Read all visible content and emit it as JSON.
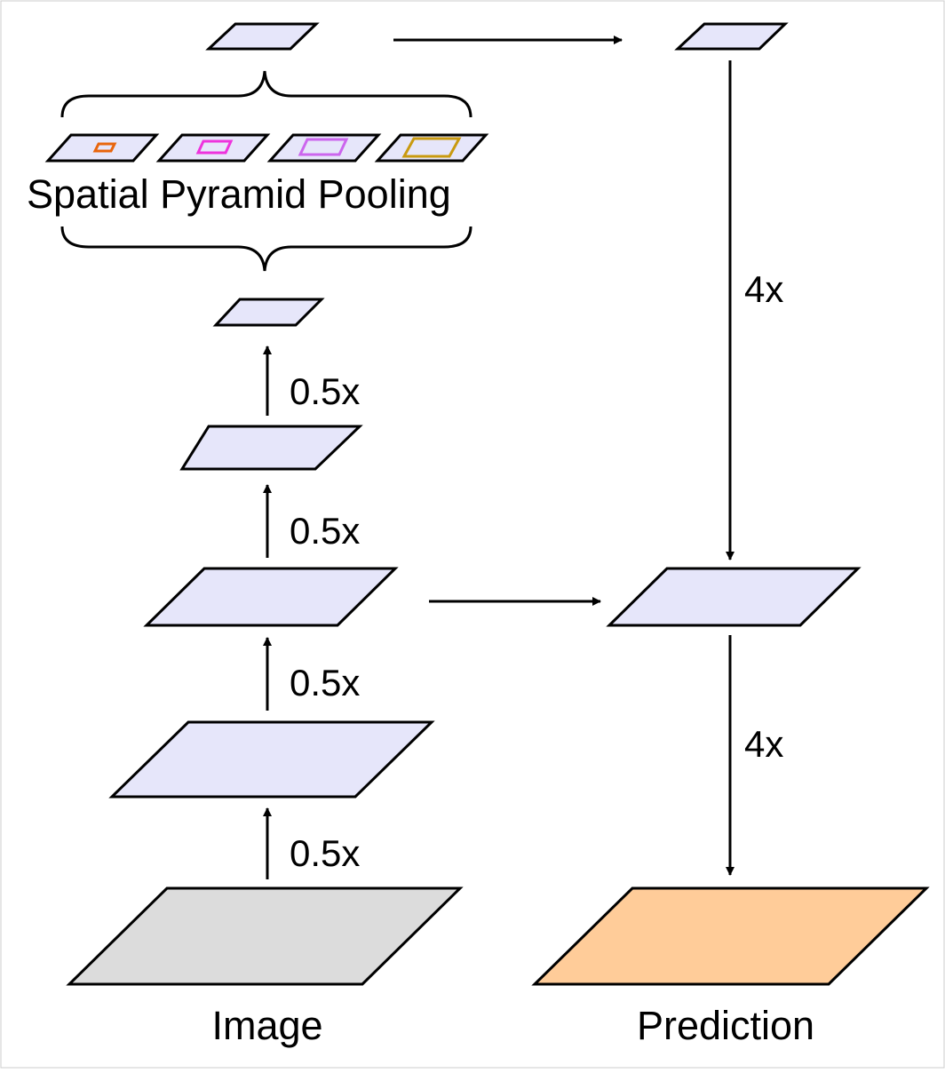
{
  "diagram": {
    "labels": {
      "spp": "Spatial Pyramid Pooling",
      "image": "Image",
      "prediction": "Prediction",
      "down_1": "0.5x",
      "down_2": "0.5x",
      "down_3": "0.5x",
      "down_4": "0.5x",
      "up_1": "4x",
      "up_2": "4x"
    },
    "colors": {
      "feature_fill": "#e6e6fa",
      "image_fill": "#dcdcdc",
      "prediction_fill": "#ffcc99",
      "stroke": "#000000",
      "pool_1": "#e8650c",
      "pool_2": "#ee33dd",
      "pool_3": "#cc66ee",
      "pool_4": "#c99a10"
    }
  }
}
